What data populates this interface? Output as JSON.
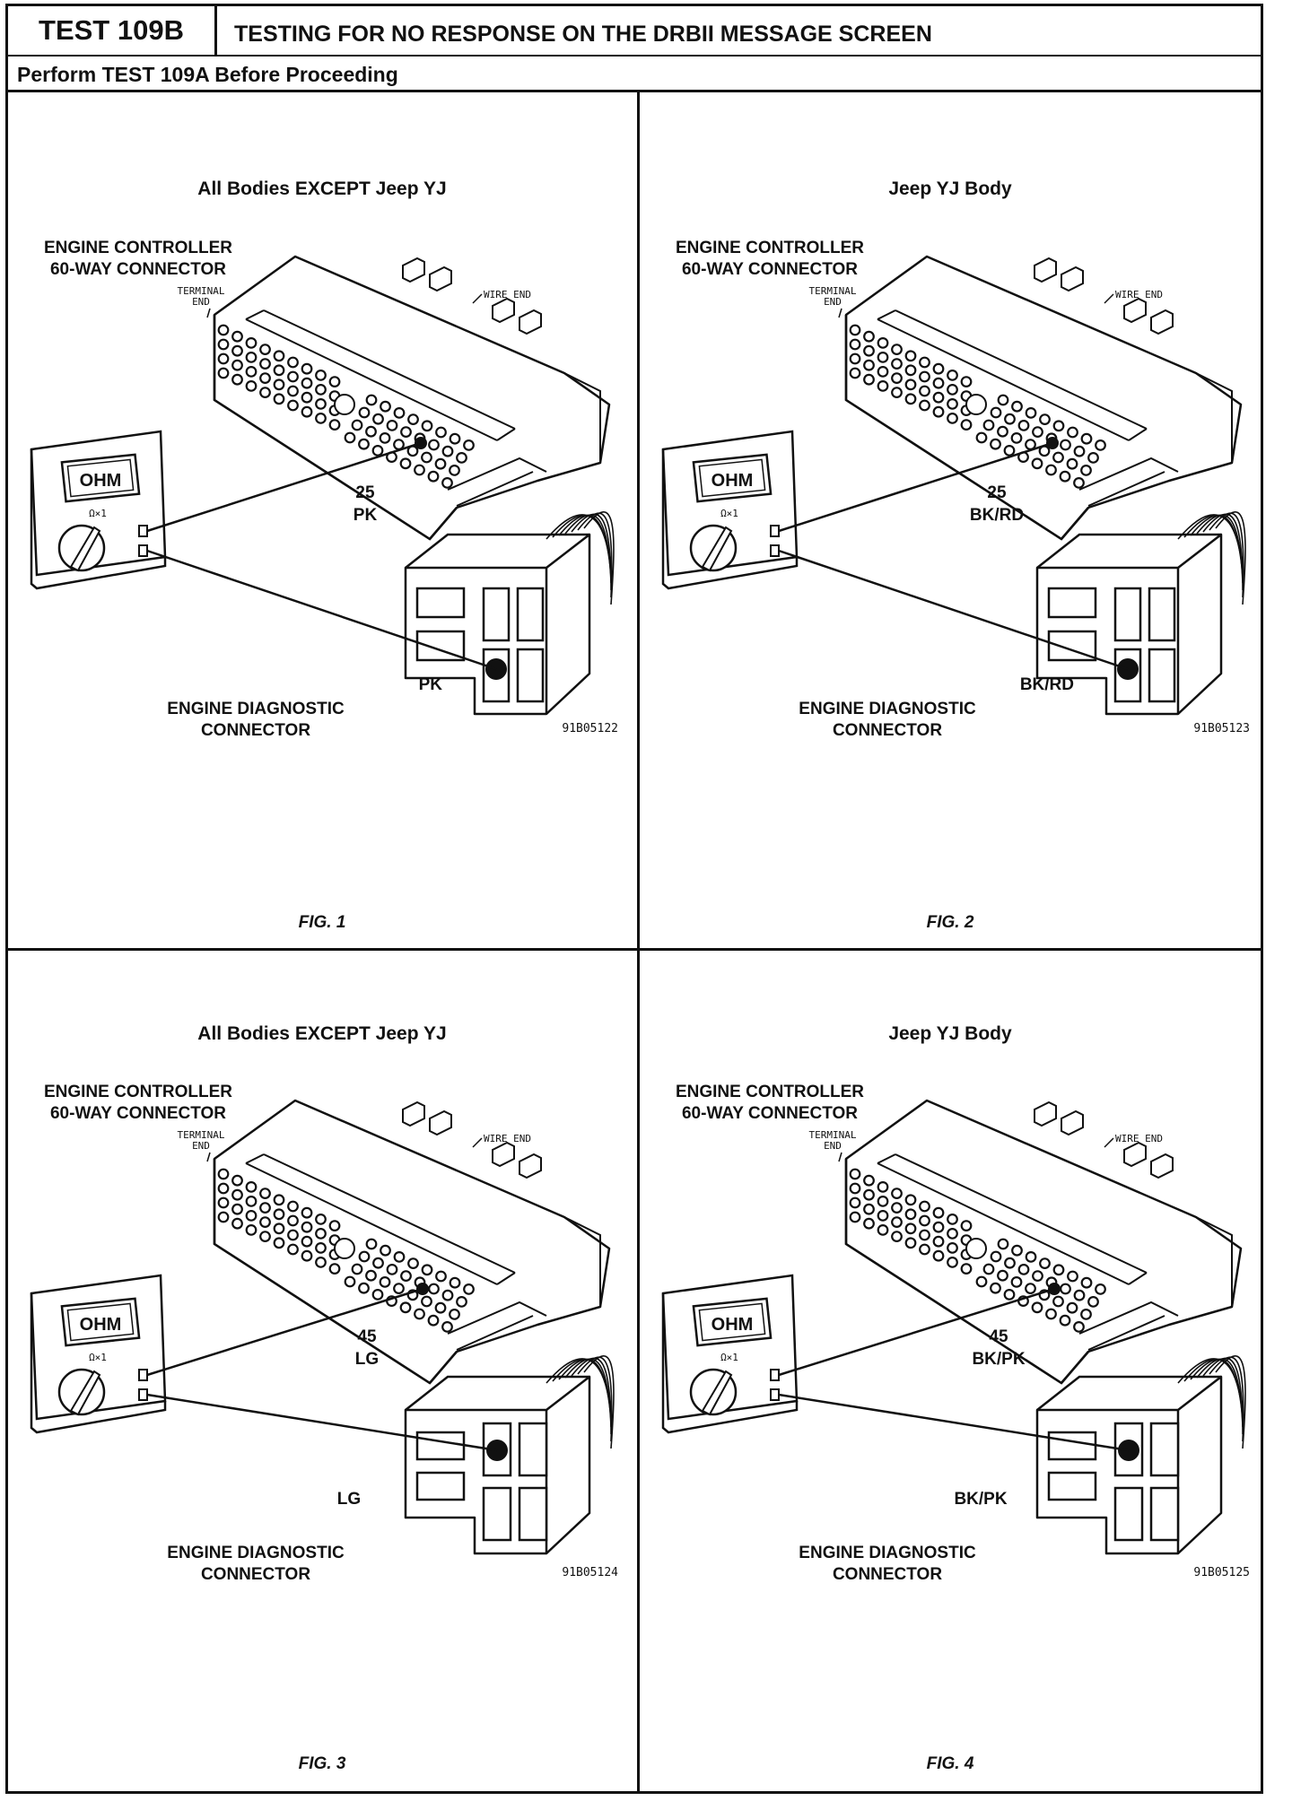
{
  "header": {
    "test_id": "TEST 109B",
    "title": "TESTING FOR NO RESPONSE ON THE DRBII MESSAGE SCREEN",
    "subtitle": "Perform TEST 109A Before Proceeding"
  },
  "labels": {
    "controller": [
      "ENGINE CONTROLLER",
      "60-WAY CONNECTOR"
    ],
    "terminal_end": [
      "TERMINAL",
      "END"
    ],
    "wire_end": "WIRE END",
    "meter_display": "OHM",
    "meter_range": "Ω×1",
    "diagnostic": [
      "ENGINE DIAGNOSTIC",
      "CONNECTOR"
    ]
  },
  "figures": [
    {
      "body": "All Bodies EXCEPT Jeep YJ",
      "pin": "25",
      "wire": "PK",
      "code": "91B05122",
      "fig": "FIG. 1",
      "diag_variant": "lower"
    },
    {
      "body": "Jeep YJ Body",
      "pin": "25",
      "wire": "BK/RD",
      "code": "91B05123",
      "fig": "FIG. 2",
      "diag_variant": "lower"
    },
    {
      "body": "All Bodies EXCEPT Jeep YJ",
      "pin": "45",
      "wire": "LG",
      "code": "91B05124",
      "fig": "FIG. 3",
      "diag_variant": "upper"
    },
    {
      "body": "Jeep YJ Body",
      "pin": "45",
      "wire": "BK/PK",
      "code": "91B05125",
      "fig": "FIG. 4",
      "diag_variant": "upper"
    }
  ]
}
